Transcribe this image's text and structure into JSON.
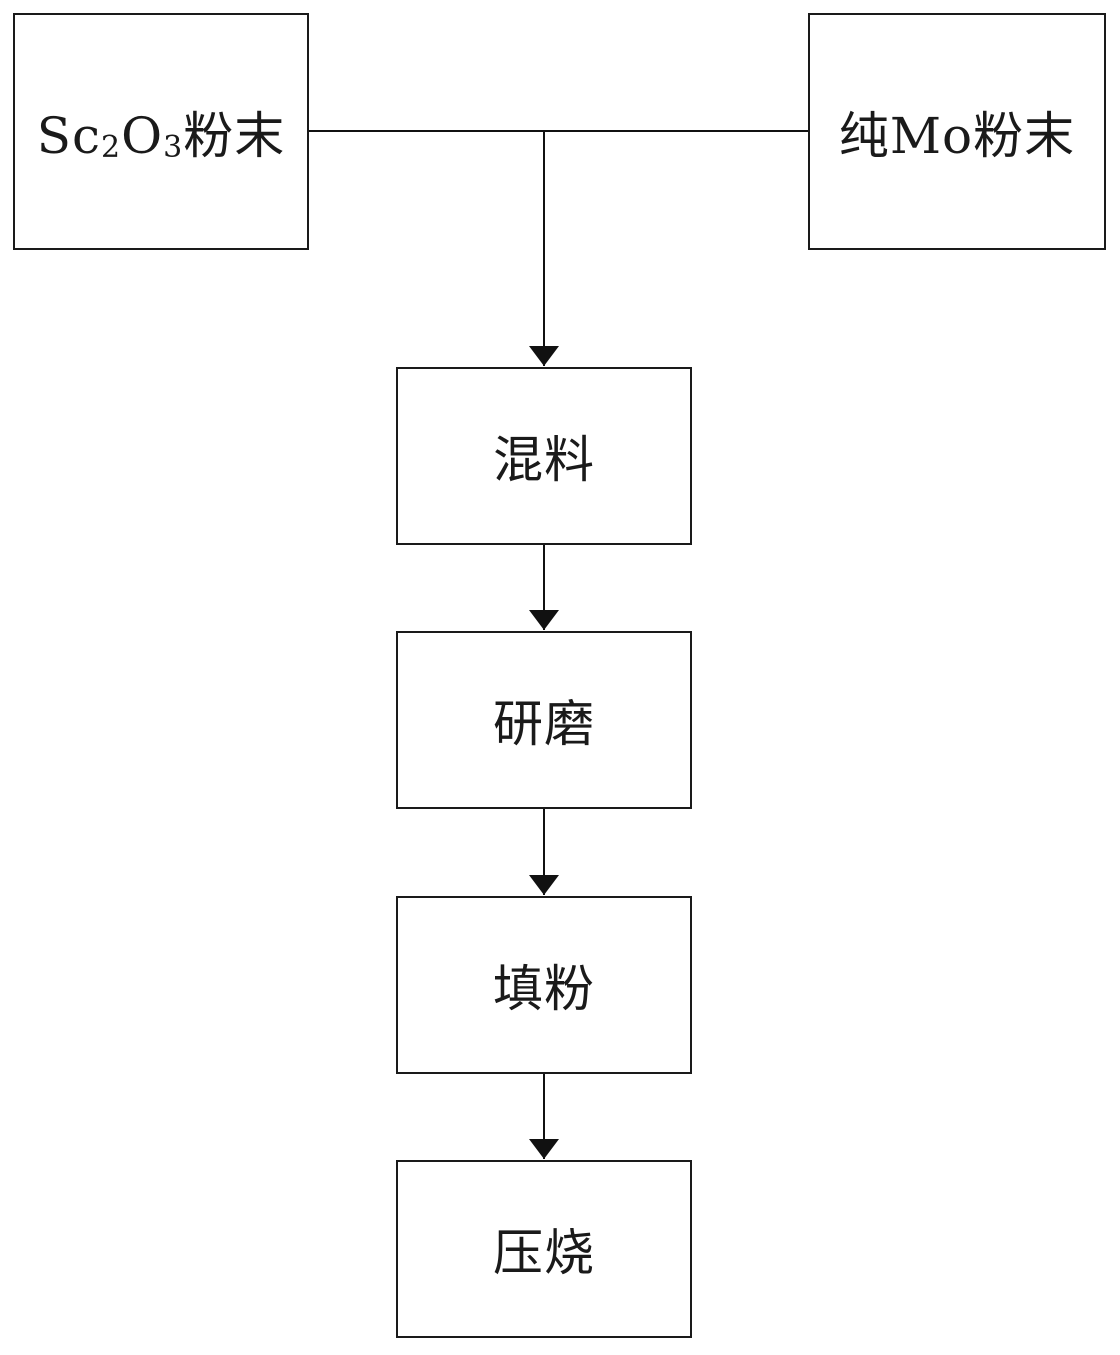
{
  "nodes": {
    "sc2o3": {
      "formula_part1": "Sc",
      "formula_sub1": "2",
      "formula_part2": "O",
      "formula_sub2": "3",
      "suffix": "粉末"
    },
    "mo": {
      "label": "纯Mo粉末"
    },
    "mix": {
      "label": "混料"
    },
    "grind": {
      "label": "研磨"
    },
    "fill": {
      "label": "填粉"
    },
    "press": {
      "label": "压烧"
    }
  },
  "edges": [
    {
      "from": "sc2o3",
      "to": "mix"
    },
    {
      "from": "mo",
      "to": "mix"
    },
    {
      "from": "mix",
      "to": "grind"
    },
    {
      "from": "grind",
      "to": "fill"
    },
    {
      "from": "fill",
      "to": "press"
    }
  ]
}
